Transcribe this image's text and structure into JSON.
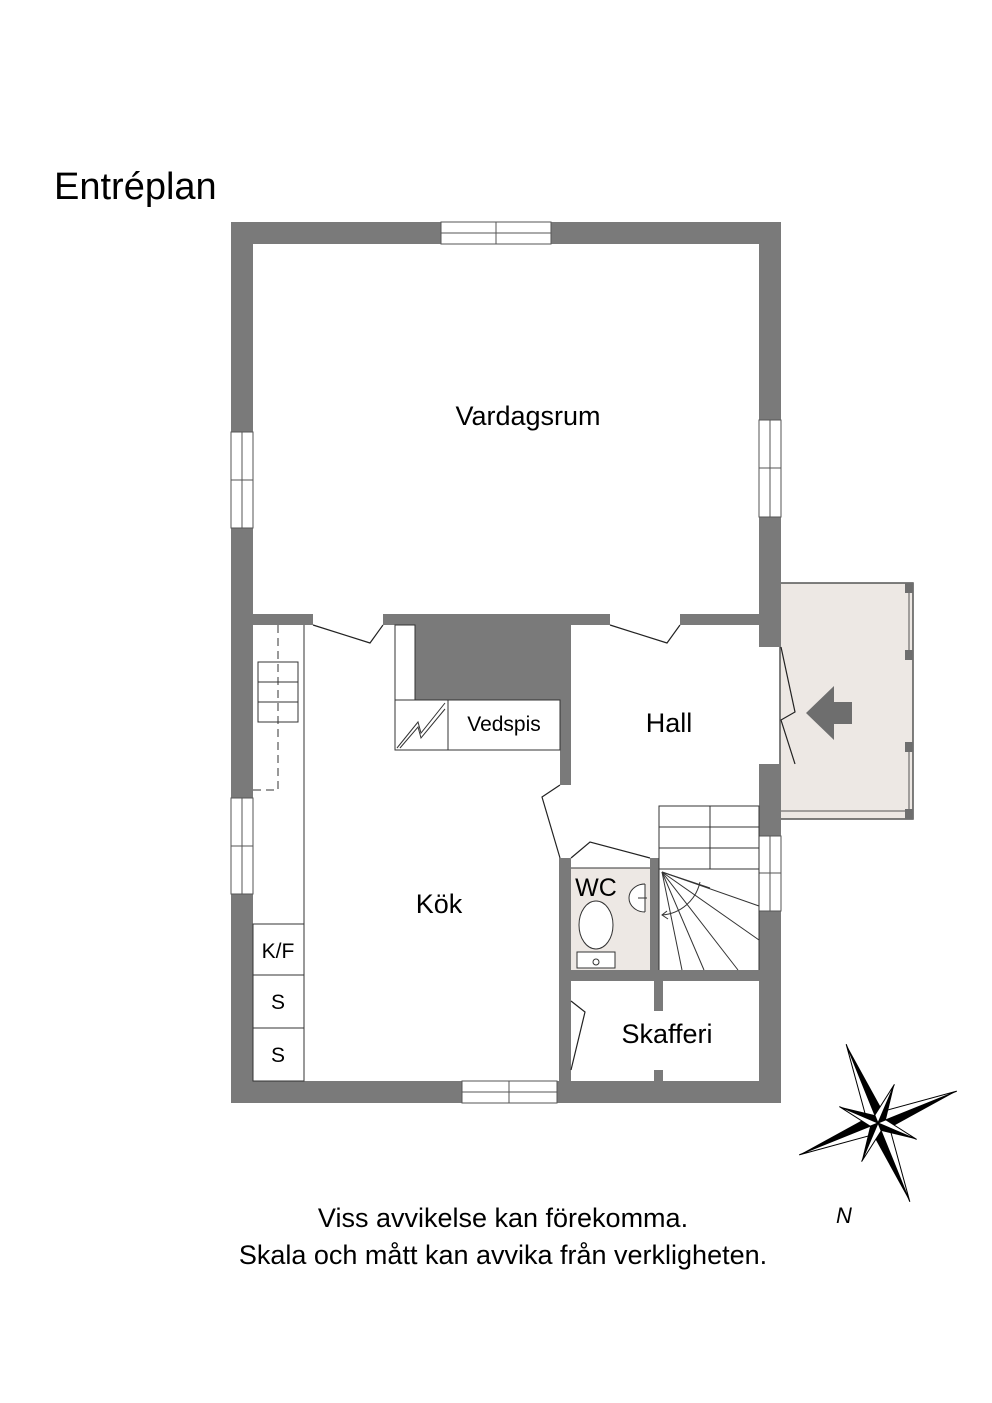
{
  "title": "Entréplan",
  "rooms": {
    "vardagsrum": "Vardagsrum",
    "hall": "Hall",
    "kok": "Kök",
    "vedspis": "Vedspis",
    "wc": "WC",
    "skafferi": "Skafferi",
    "kf": "K/F",
    "s1": "S",
    "s2": "S"
  },
  "compass": {
    "north": "N"
  },
  "disclaimer": {
    "line1": "Viss avvikelse kan förekomma.",
    "line2": "Skala och mått kan avvika från verkligheten."
  },
  "colors": {
    "wall": "#7a7a7a",
    "porch": "#ede8e4",
    "wc_floor": "#ede8e4",
    "line": "#000000"
  }
}
